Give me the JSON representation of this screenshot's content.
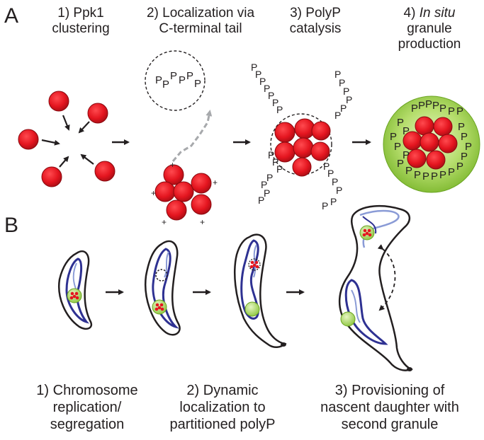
{
  "panels": {
    "a": "A",
    "b": "B"
  },
  "panel_a": {
    "steps": [
      {
        "lines": [
          "1) Ppk1",
          "clustering"
        ]
      },
      {
        "lines": [
          "2) Localization via",
          "C-terminal tail"
        ]
      },
      {
        "lines": [
          "3) PolyP",
          "catalysis"
        ]
      },
      {
        "number": "4) ",
        "italic": "In situ",
        "lines": [
          "granule",
          "production"
        ]
      }
    ],
    "phosphate_letter": "P",
    "charge_symbol": "+"
  },
  "panel_b": {
    "labels": [
      {
        "lines": [
          "1) Chromosome",
          "replication/",
          "segregation"
        ]
      },
      {
        "lines": [
          "2) Dynamic",
          "localization to",
          "partitioned polyP"
        ]
      },
      {
        "lines": [
          "3) Provisioning of",
          "nascent daughter with",
          "second granule"
        ]
      }
    ]
  },
  "colors": {
    "protein_red": "#e4151f",
    "granule_green": "#8dc63f",
    "chromosome_blue": "#2e3192",
    "chromosome_light": "#8a9bd6",
    "arrow_gray": "#a7a9ac",
    "ink": "#231f20"
  }
}
